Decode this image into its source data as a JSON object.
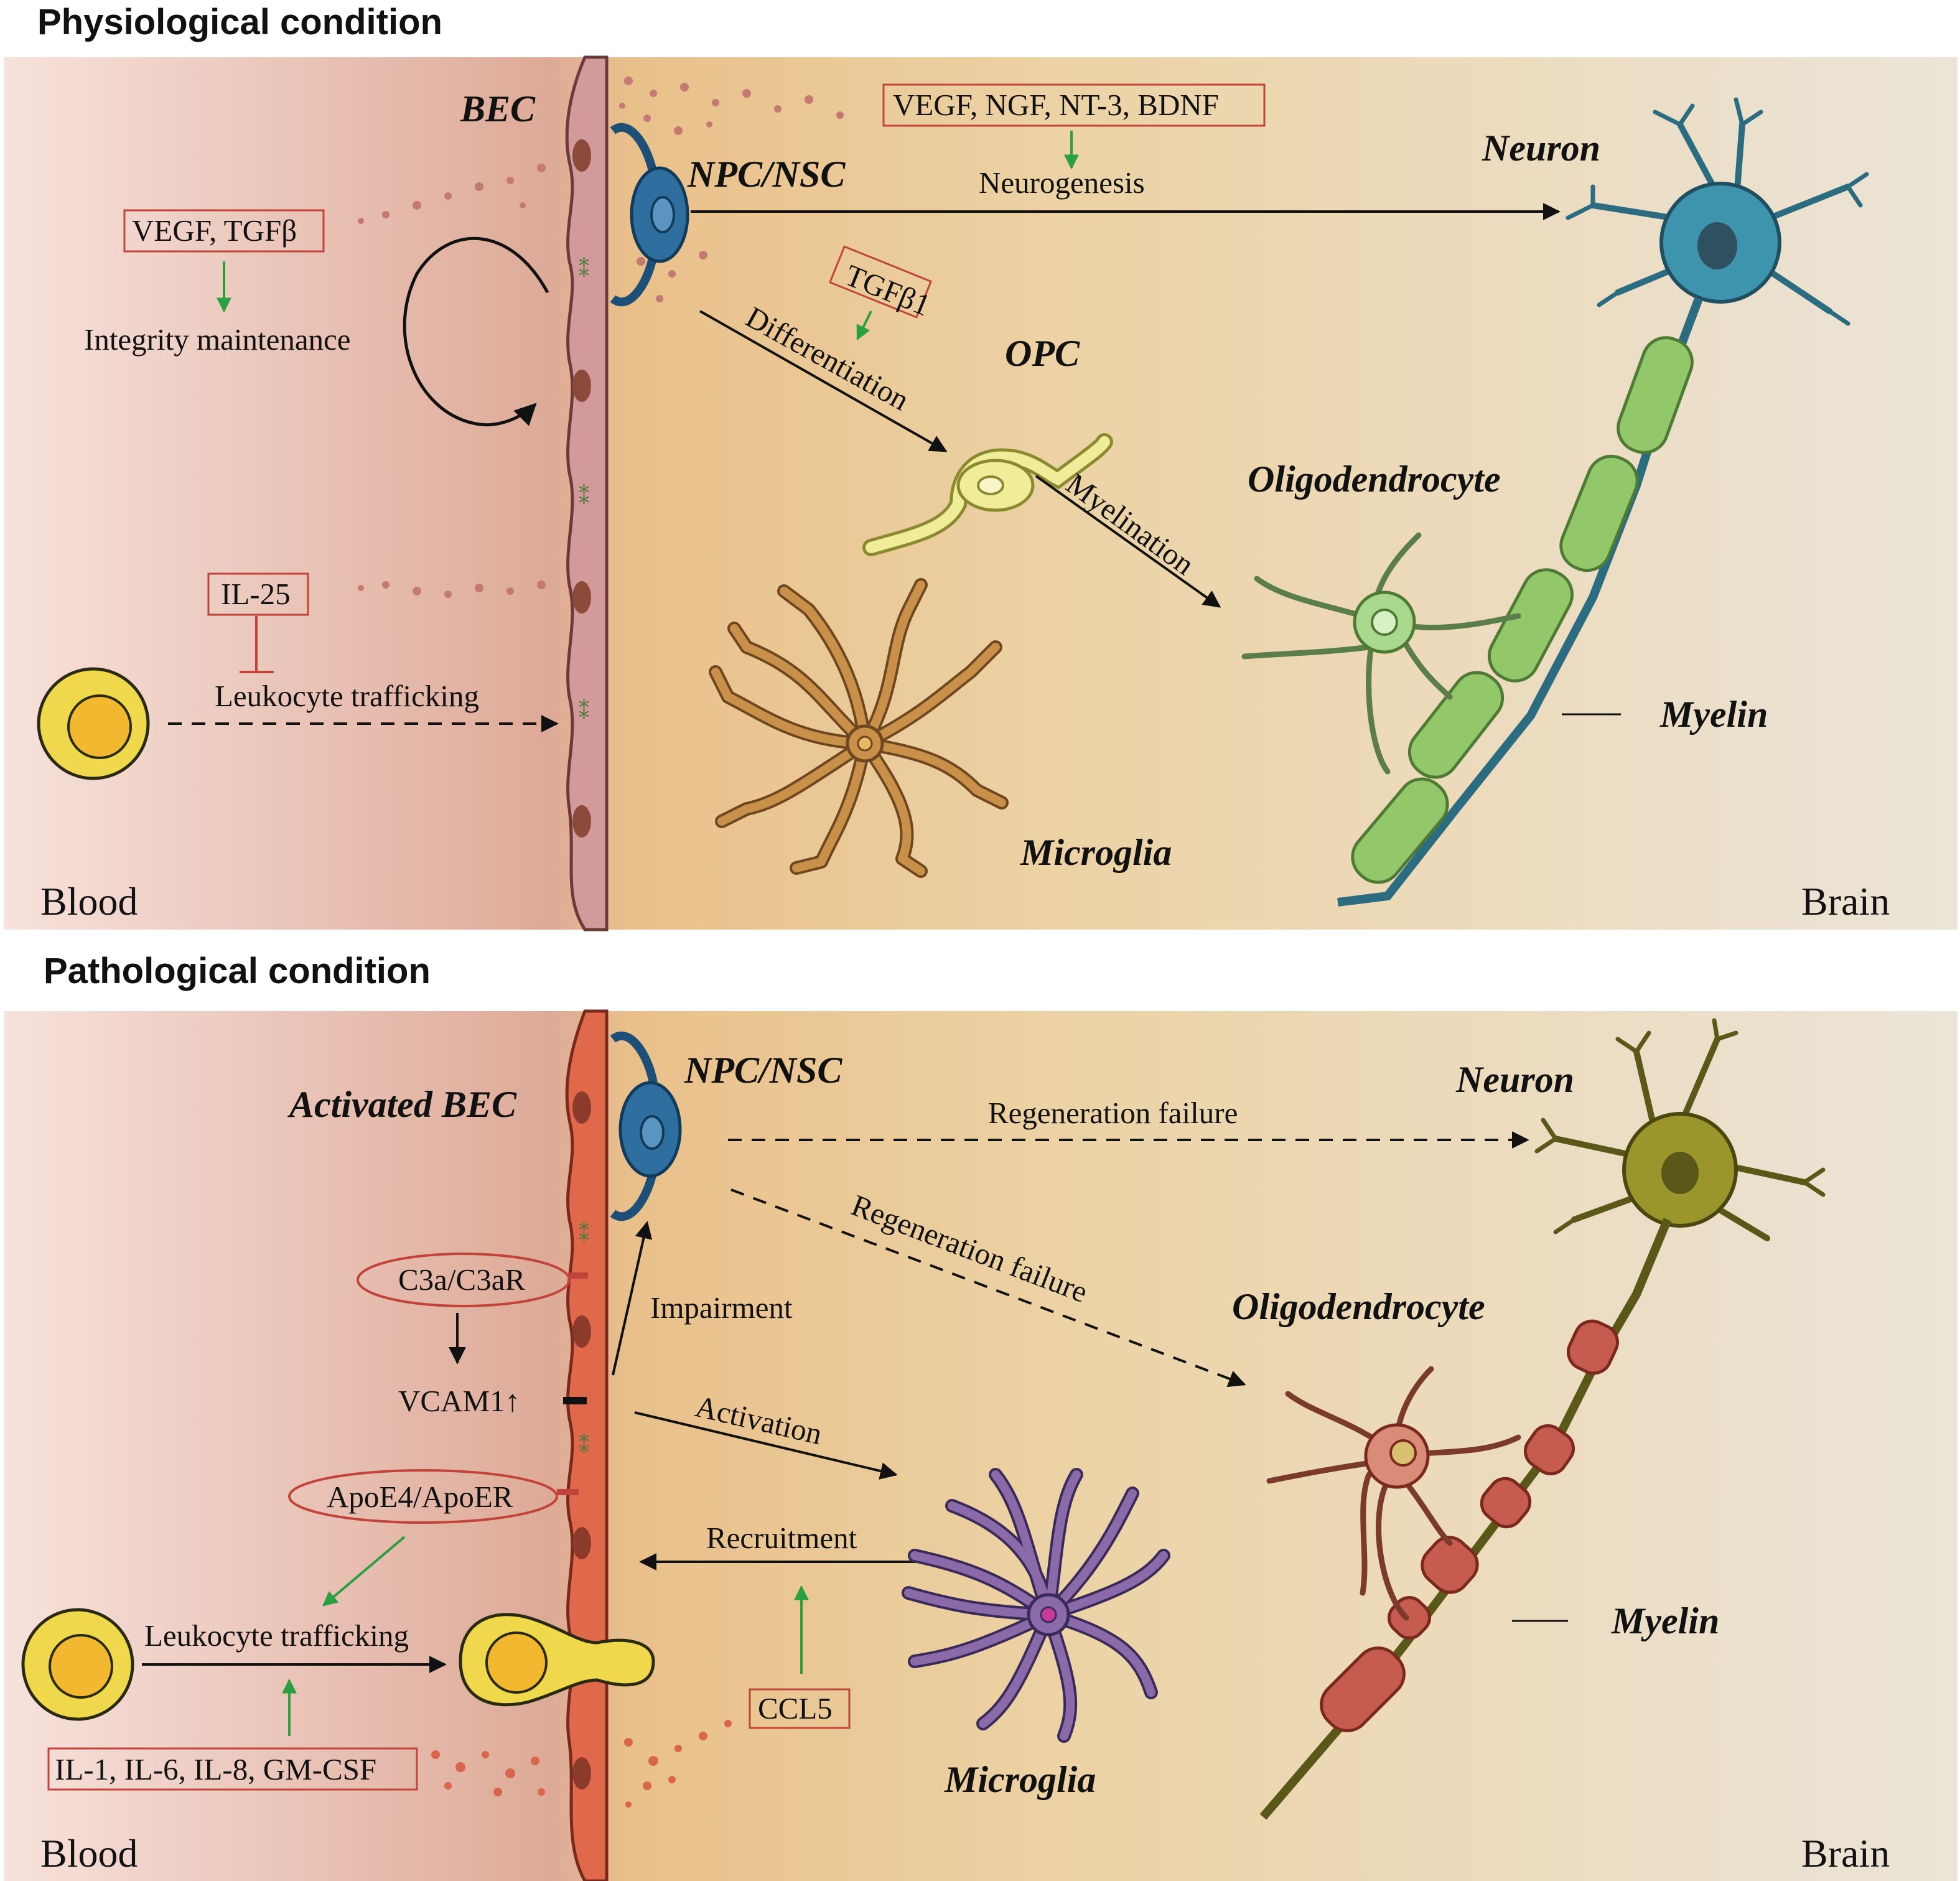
{
  "panels": {
    "physiological": {
      "title": "Physiological condition",
      "blood_label": "Blood",
      "brain_label": "Brain",
      "cells": {
        "bec": "BEC",
        "npc": "NPC/NSC",
        "neuron": "Neuron",
        "opc": "OPC",
        "oligodendrocyte": "Oligodendrocyte",
        "myelin": "Myelin",
        "microglia": "Microglia"
      },
      "factors": {
        "neurotrophic": "VEGF, NGF, NT-3, BDNF",
        "vegf_tgfb": "VEGF, TGFβ",
        "tgfb1": "TGFβ1",
        "il25": "IL-25"
      },
      "processes": {
        "neurogenesis": "Neurogenesis",
        "integrity": "Integrity maintenance",
        "differentiation": "Differentiation",
        "myelination": "Myelination",
        "leukocyte": "Leukocyte trafficking"
      }
    },
    "pathological": {
      "title": "Pathological condition",
      "blood_label": "Blood",
      "brain_label": "Brain",
      "cells": {
        "bec": "Activated BEC",
        "npc": "NPC/NSC",
        "neuron": "Neuron",
        "oligodendrocyte": "Oligodendrocyte",
        "myelin": "Myelin",
        "microglia": "Microglia"
      },
      "factors": {
        "c3a": "C3a/C3aR",
        "vcam": "VCAM1↑",
        "apoe": "ApoE4/ApoER",
        "cytokines": "IL-1, IL-6, IL-8, GM-CSF",
        "ccl5": "CCL5"
      },
      "processes": {
        "regen_neuron": "Regeneration failure",
        "regen_oligo": "Regeneration failure",
        "impairment": "Impairment",
        "activation": "Activation",
        "recruitment": "Recruitment",
        "leukocyte": "Leukocyte trafficking"
      }
    }
  },
  "colors": {
    "green_arrow": "#2aa040",
    "red_box": "#c0443a",
    "bec_normal": "#d29a9a",
    "bec_activated": "#e0694c",
    "npc": "#2f6f9f",
    "neuron_normal": "#3f94ad",
    "neuron_pathological": "#9a962c",
    "myelin_normal": "#93c86a",
    "myelin_pathological": "#c65c4f",
    "oligo_normal": "#a8d98c",
    "oligo_pathological": "#d98c78",
    "microglia_normal": "#c89048",
    "microglia_pathological": "#8a6aa8",
    "leukocyte": "#f0d84c"
  }
}
